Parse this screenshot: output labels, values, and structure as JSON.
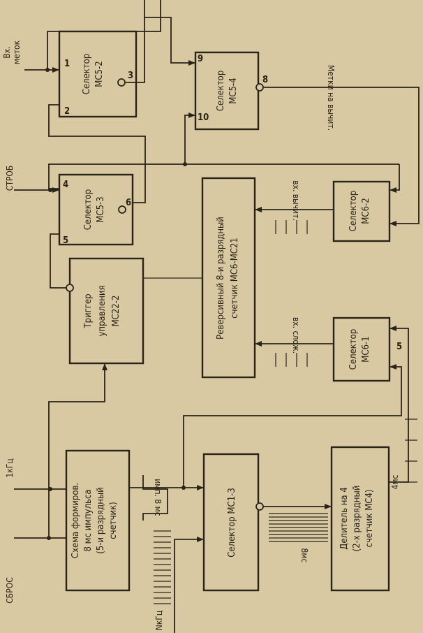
{
  "signals": {
    "vx_metok_1": "Вх.",
    "vx_metok_2": "меток",
    "strob": "СТРОБ",
    "khz1": "1кГц",
    "sbros": "СБРОС",
    "nkhz": "NкГц",
    "imp_8ms": "имп. 8 мс",
    "t_8ms": "8мс",
    "t_4ms": "4мс",
    "metki_vych": "Метки на вычит.",
    "vx_vych": "вх. вычит.",
    "vx_slozh": "вх. слож."
  },
  "blocks": {
    "sel_ms5_2": {
      "line1": "Селектор",
      "line2": "МС5-2"
    },
    "sel_ms5_4": {
      "line1": "Селектор",
      "line2": "МС5-4"
    },
    "sel_ms5_3": {
      "line1": "Селектор",
      "line2": "МС5-3"
    },
    "sel_ms6_2": {
      "line1": "Селектор",
      "line2": "МС6-2"
    },
    "sel_ms6_1": {
      "line1": "Селектор",
      "line2": "МС6-1"
    },
    "counter": {
      "line1": "Реверсивный 8-и разрядный",
      "line2": "счетчик  МС6-МС21"
    },
    "trigger": {
      "line1": "Триггер",
      "line2": "управления",
      "line3": "МС22-2"
    },
    "shaper": {
      "line1": "Схема формиров.",
      "line2": "8 мс импульса",
      "line3": "(5-и разрядный",
      "line4": "счетчик)"
    },
    "sel_ms1_3": {
      "line1": "Селектор МС1-3"
    },
    "divider": {
      "line1": "Делитель на 4",
      "line2": "(2-х разрядный",
      "line3": "счетчик МС4)"
    }
  },
  "pins": {
    "p1": "1",
    "p2": "2",
    "p3": "3",
    "p4": "4",
    "p5": "5",
    "p6": "6",
    "p8": "8",
    "p9": "9",
    "p10": "10",
    "p5b": "5"
  }
}
